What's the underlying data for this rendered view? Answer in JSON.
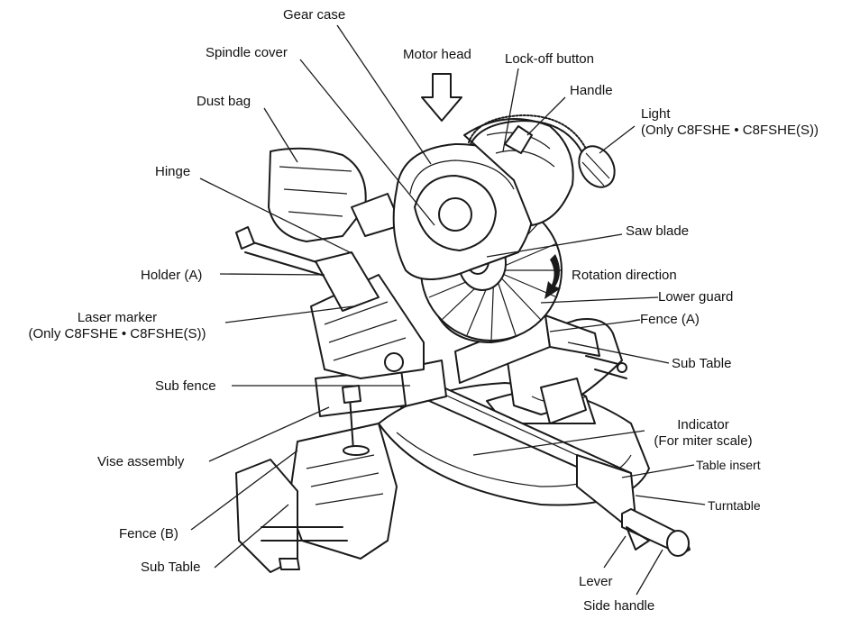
{
  "labels": {
    "gear_case": "Gear case",
    "spindle_cover": "Spindle cover",
    "motor_head": "Motor head",
    "lock_off_button": "Lock-off  button",
    "handle": "Handle",
    "dust_bag": "Dust bag",
    "light": "Light",
    "light_note": "(Only C8FSHE • C8FSHE(S))",
    "hinge": "Hinge",
    "saw_blade": "Saw blade",
    "holder_a": "Holder (A)",
    "rotation_direction": "Rotation direction",
    "lower_guard": "Lower guard",
    "laser_marker": "Laser marker",
    "laser_marker_note": "(Only C8FSHE  • C8FSHE(S))",
    "fence_a": "Fence (A)",
    "sub_table_right": "Sub Table",
    "sub_fence": "Sub fence",
    "indicator": "Indicator",
    "indicator_note": "(For miter scale)",
    "vise_assembly": "Vise assembly",
    "table_insert": "Table insert",
    "turntable": "Turntable",
    "fence_b": "Fence (B)",
    "sub_table_left": "Sub Table",
    "lever": "Lever",
    "side_handle": "Side handle"
  }
}
